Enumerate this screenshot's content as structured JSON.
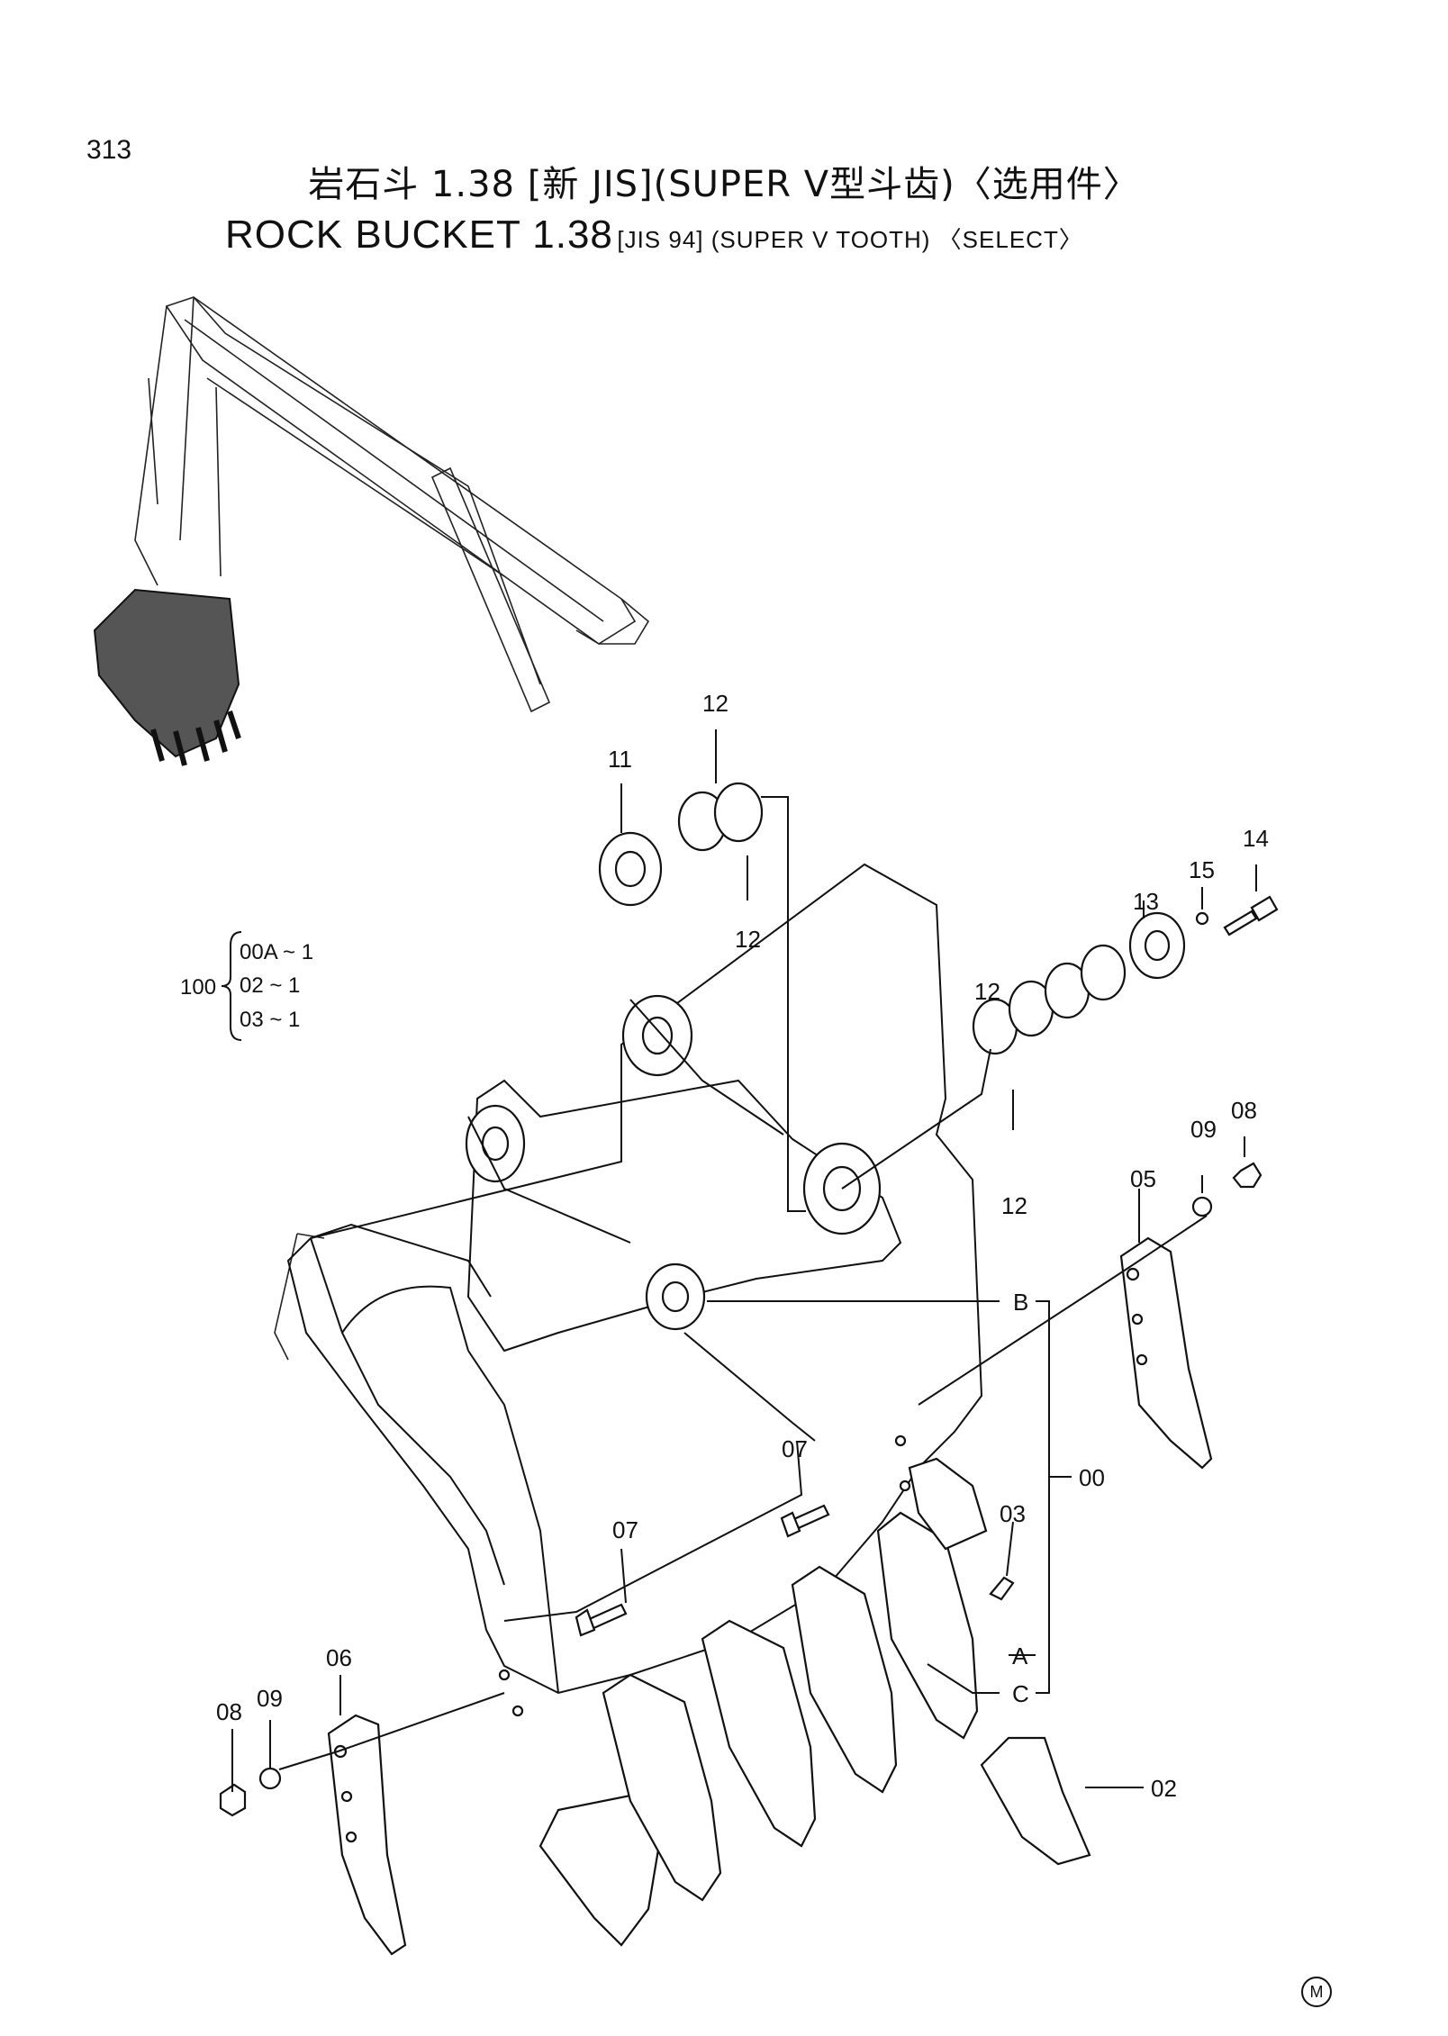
{
  "page": {
    "number": "313",
    "title_cn": "岩石斗 1.38  [新 JIS](SUPER  V型斗齿)〈选用件〉",
    "title_en_main": "ROCK BUCKET 1.38",
    "title_en_sub": "[JIS 94] (SUPER V TOOTH) 〈SELECT〉",
    "mark": "M"
  },
  "group": {
    "number": "100",
    "lines": [
      "00A ~ 1",
      "02  ~ 1",
      "03  ~ 1"
    ]
  },
  "callouts": {
    "c11": "11",
    "c12a": "12",
    "c12b": "12",
    "c12c": "12",
    "c12d": "12",
    "c13": "13",
    "c14": "14",
    "c15": "15",
    "c08a": "08",
    "c09a": "09",
    "c05": "05",
    "cB": "B",
    "c00": "00",
    "c07a": "07",
    "c07b": "07",
    "c03": "03",
    "cA": "A",
    "cC": "C",
    "c06": "06",
    "c08b": "08",
    "c09b": "09",
    "c02": "02"
  }
}
